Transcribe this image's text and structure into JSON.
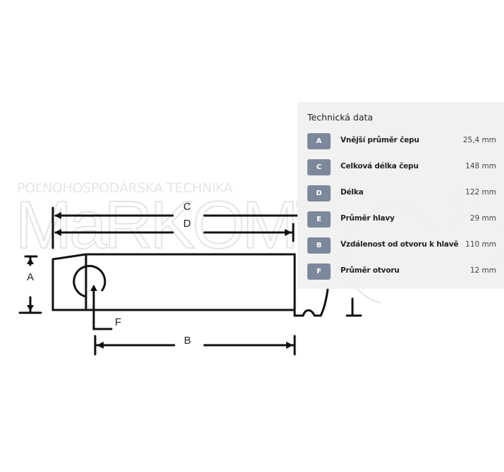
{
  "watermark": {
    "tagline": "POĽNOHOSPODÁRSKA TECHNIKA",
    "brand": "MARKOMT",
    "mark": "®"
  },
  "diagram": {
    "labels": {
      "a": "A",
      "b": "B",
      "c": "C",
      "d": "D",
      "f": "F"
    }
  },
  "panel": {
    "title": "Technická data",
    "rows": [
      {
        "key": "A",
        "label": "Vnější průměr čepu",
        "value": "25,4 mm"
      },
      {
        "key": "C",
        "label": "Celková délka čepu",
        "value": "148 mm"
      },
      {
        "key": "D",
        "label": "Délka",
        "value": "122 mm"
      },
      {
        "key": "E",
        "label": "Průměr hlavy",
        "value": "29 mm"
      },
      {
        "key": "B",
        "label": "Vzdálenost od otvoru k hlavě",
        "value": "110 mm"
      },
      {
        "key": "F",
        "label": "Průměr otvoru",
        "value": "12 mm"
      }
    ]
  },
  "colors": {
    "badge": "#7c889b",
    "panel": "#f0f0f0"
  }
}
